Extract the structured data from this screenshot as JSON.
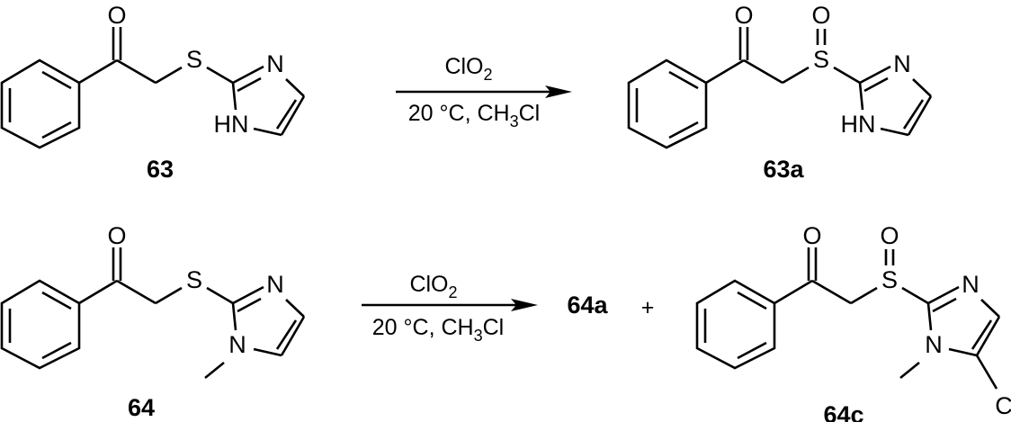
{
  "figure": {
    "type": "reaction-scheme",
    "reactions": [
      {
        "id": "reaction-1",
        "reactant": {
          "label": "63",
          "name": "1-phenyl-2-(1H-imidazol-2-ylthio)ethanone",
          "atoms": {
            "carbonyl_o": "O",
            "sulfur": "S",
            "imine_n": "N",
            "ring_nh": "HN"
          }
        },
        "conditions": {
          "above_arrow": {
            "text": "ClO",
            "subscript": "2"
          },
          "below_arrow": {
            "prefix": "20 °C, CH",
            "subscript": "3",
            "suffix": "Cl"
          }
        },
        "product": {
          "label": "63a",
          "atoms": {
            "carbonyl_o": "O",
            "sulfoxide_o": "O",
            "sulfur": "S",
            "imine_n": "N",
            "ring_nh": "HN"
          }
        }
      },
      {
        "id": "reaction-2",
        "reactant": {
          "label": "64",
          "name": "1-phenyl-2-(1-methyl-1H-imidazol-2-ylthio)ethanone",
          "atoms": {
            "carbonyl_o": "O",
            "sulfur": "S",
            "imine_n": "N",
            "ring_n": "N"
          }
        },
        "conditions": {
          "above_arrow": {
            "text": "ClO",
            "subscript": "2"
          },
          "below_arrow": {
            "prefix": "20 °C, CH",
            "subscript": "3",
            "suffix": "Cl"
          }
        },
        "products": {
          "first_label": "64a",
          "plus": "+",
          "second": {
            "label": "64c",
            "atoms": {
              "carbonyl_o": "O",
              "sulfoxide_o": "O",
              "sulfur": "S",
              "imine_n": "N",
              "ring_n": "N",
              "chlorine": "Cl"
            }
          }
        }
      }
    ]
  }
}
